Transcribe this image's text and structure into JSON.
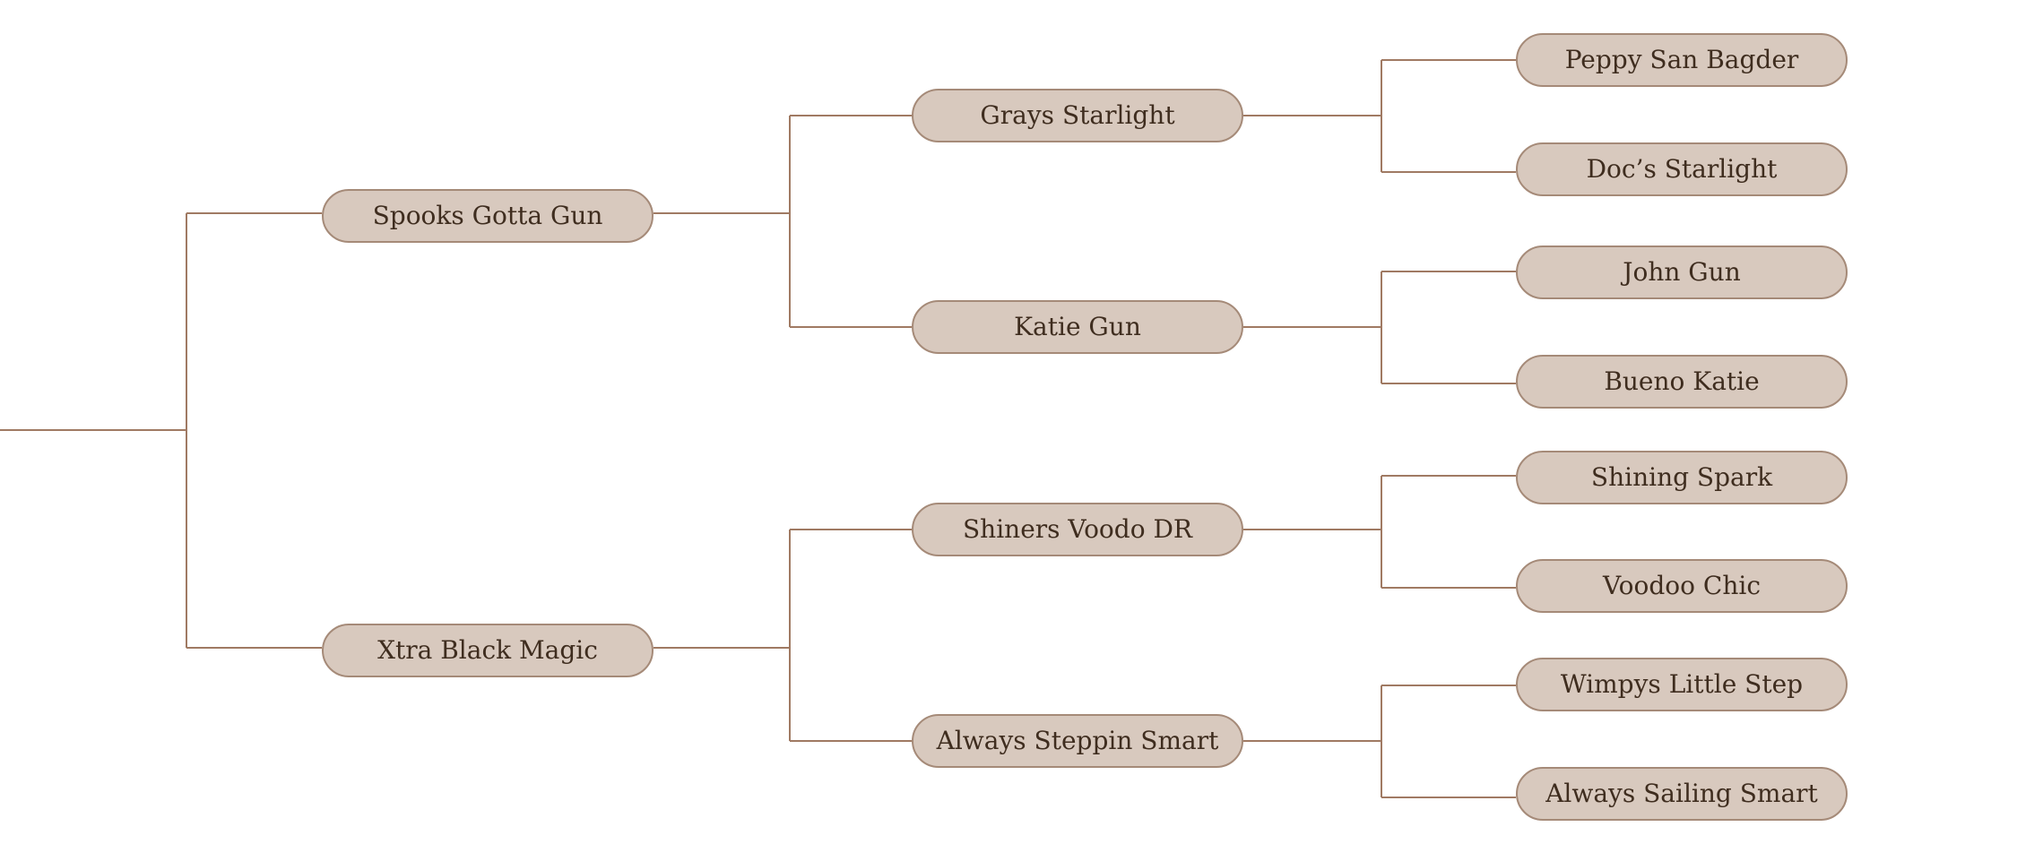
{
  "pedigree": {
    "sire": {
      "name": "Spooks Gotta Gun",
      "sire": {
        "name": "Grays Starlight",
        "sire": {
          "name": "Peppy San Bagder"
        },
        "dam": {
          "name": "Doc’s Starlight"
        }
      },
      "dam": {
        "name": "Katie Gun",
        "sire": {
          "name": "John Gun"
        },
        "dam": {
          "name": "Bueno Katie"
        }
      }
    },
    "dam": {
      "name": "Xtra Black Magic",
      "sire": {
        "name": "Shiners Voodo DR",
        "sire": {
          "name": "Shining Spark"
        },
        "dam": {
          "name": "Voodoo Chic"
        }
      },
      "dam": {
        "name": "Always Steppin Smart",
        "sire": {
          "name": "Wimpys Little Step"
        },
        "dam": {
          "name": "Always Sailing Smart"
        }
      }
    }
  },
  "colors": {
    "node_fill": "#d8c9be",
    "node_border": "#a58a78",
    "connector": "#a07a63",
    "text": "#3f2d1f"
  }
}
